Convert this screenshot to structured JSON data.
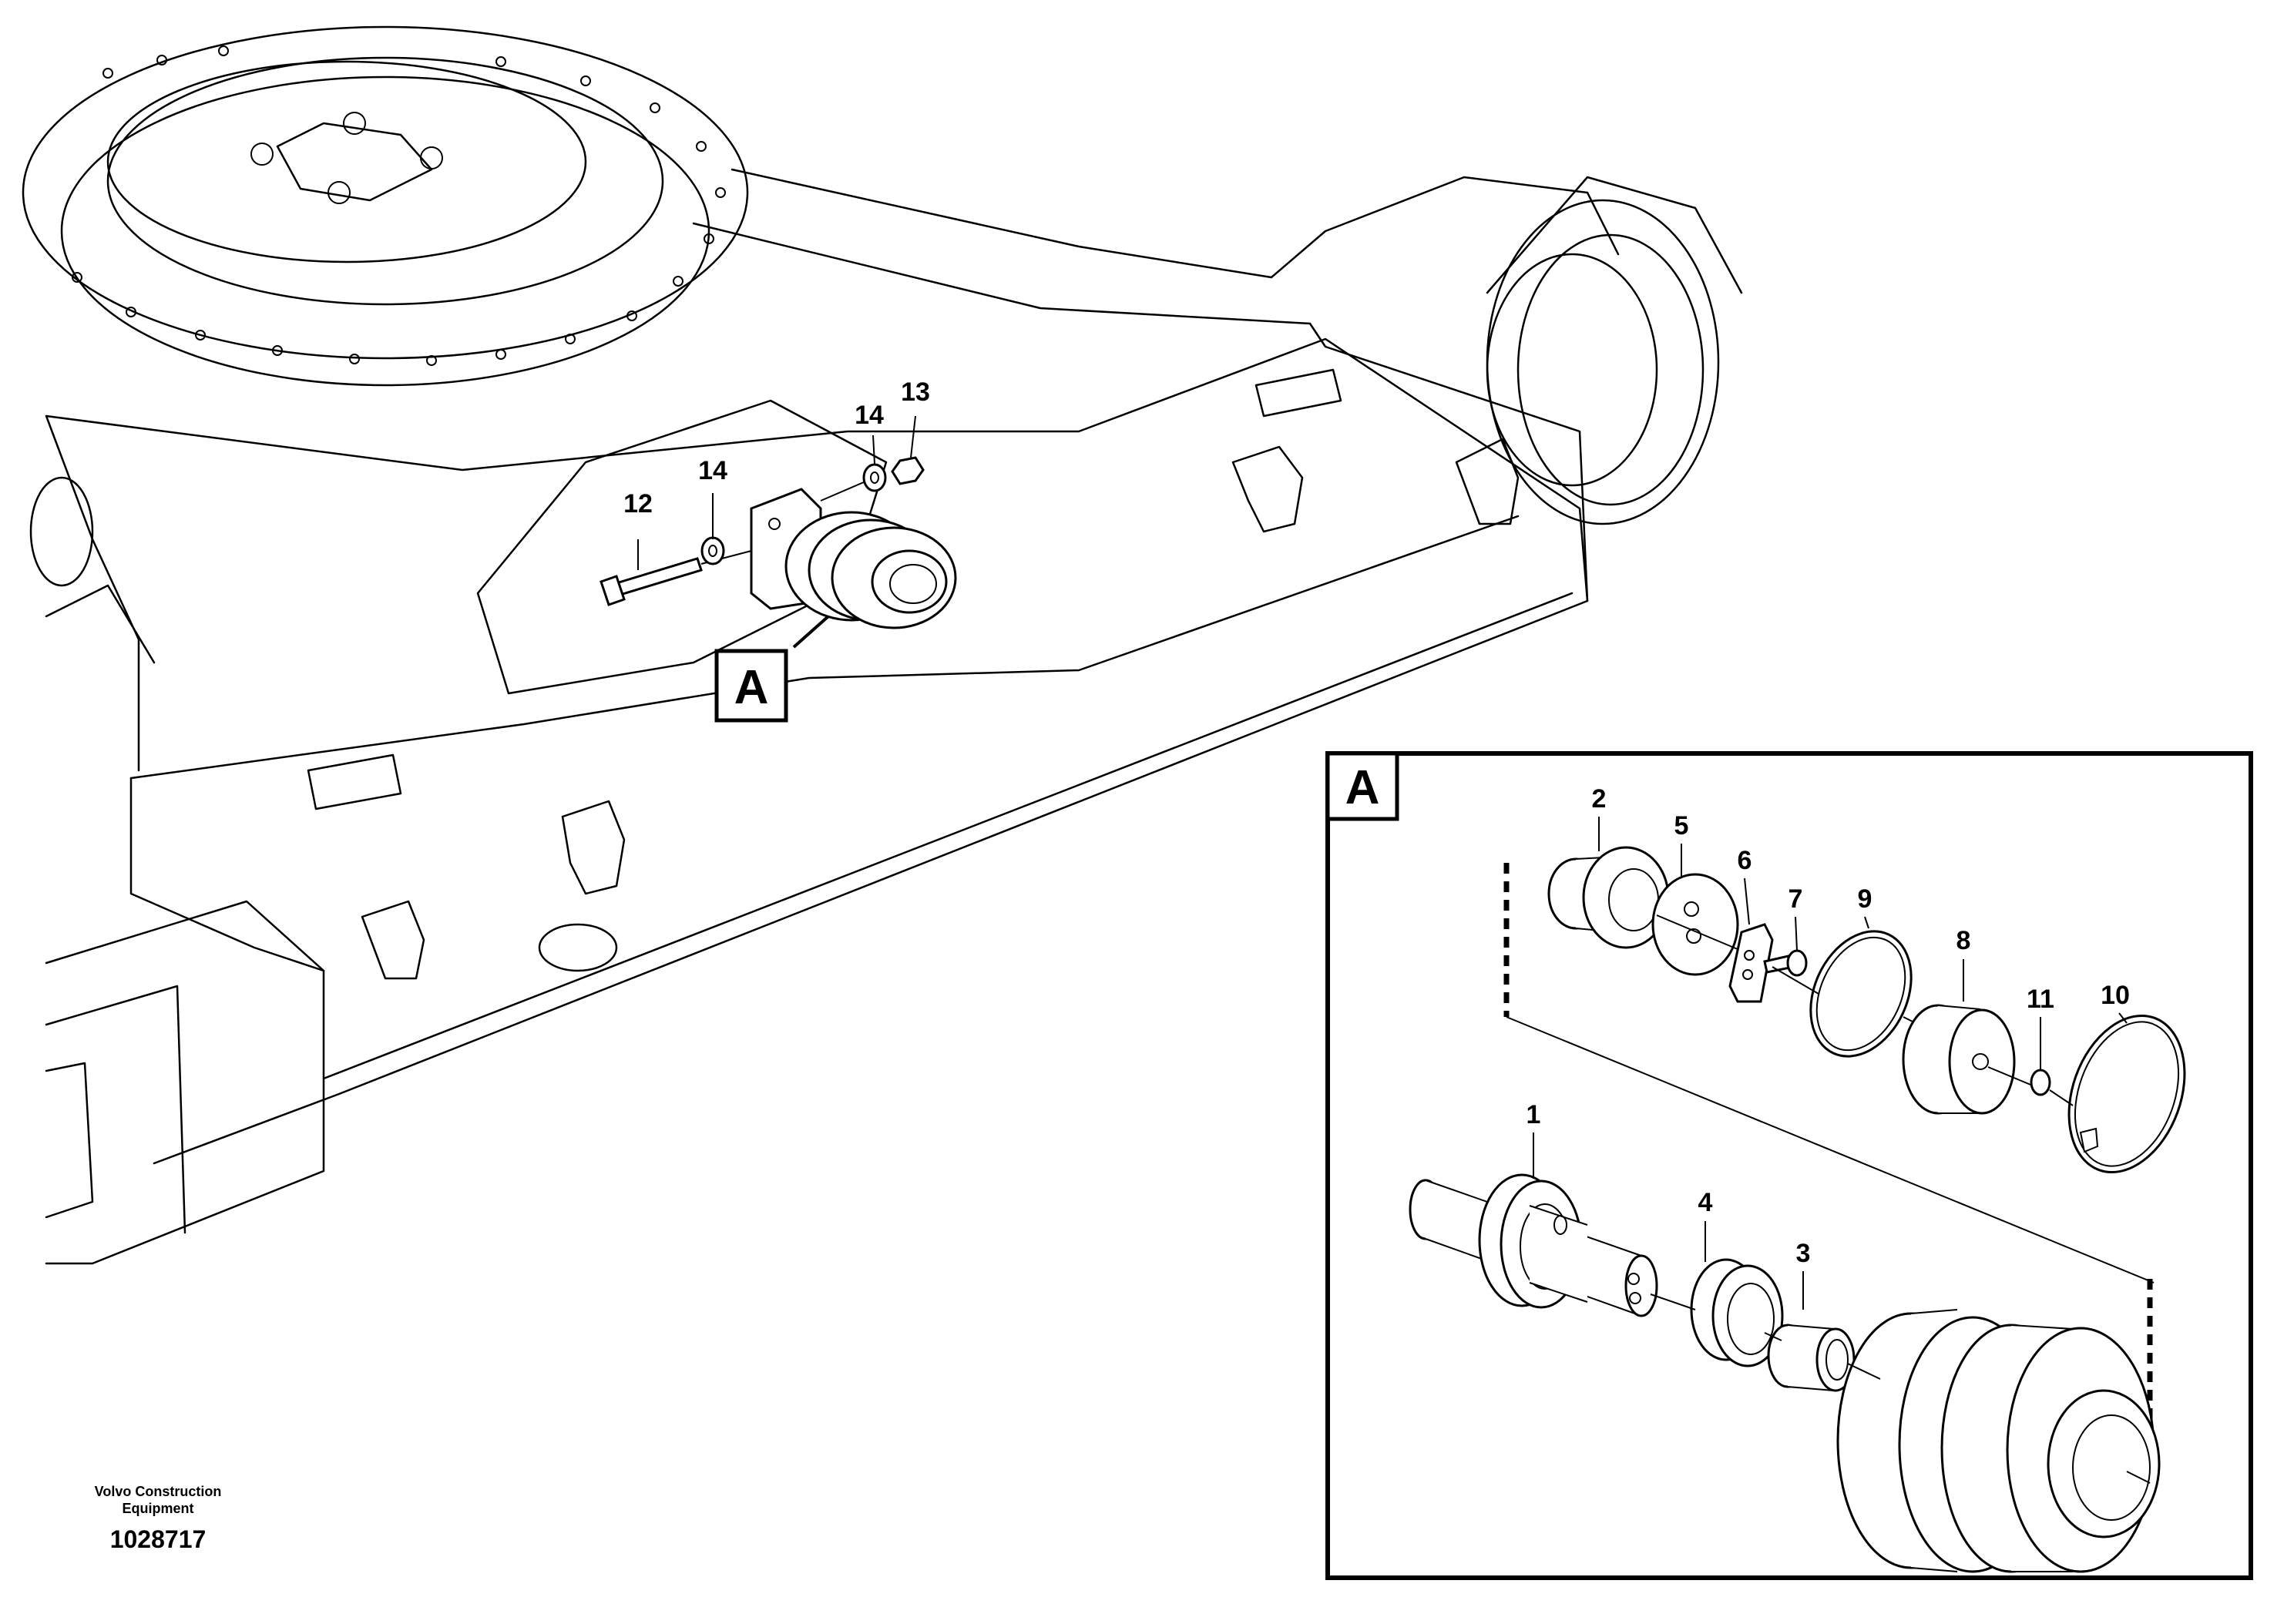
{
  "main_labels": [
    {
      "id": "12",
      "text": "12"
    },
    {
      "id": "14a",
      "text": "14"
    },
    {
      "id": "14b",
      "text": "14"
    },
    {
      "id": "13",
      "text": "13"
    }
  ],
  "callout": "A",
  "detail": {
    "box_label": "A",
    "labels": [
      {
        "id": "1",
        "text": "1"
      },
      {
        "id": "2",
        "text": "2"
      },
      {
        "id": "3",
        "text": "3"
      },
      {
        "id": "4",
        "text": "4"
      },
      {
        "id": "5",
        "text": "5"
      },
      {
        "id": "6",
        "text": "6"
      },
      {
        "id": "7",
        "text": "7"
      },
      {
        "id": "8",
        "text": "8"
      },
      {
        "id": "9",
        "text": "9"
      },
      {
        "id": "10",
        "text": "10"
      },
      {
        "id": "11",
        "text": "11"
      }
    ]
  },
  "footer": {
    "brand_line1": "Volvo Construction",
    "brand_line2": "Equipment",
    "drawing_number": "1028717"
  }
}
